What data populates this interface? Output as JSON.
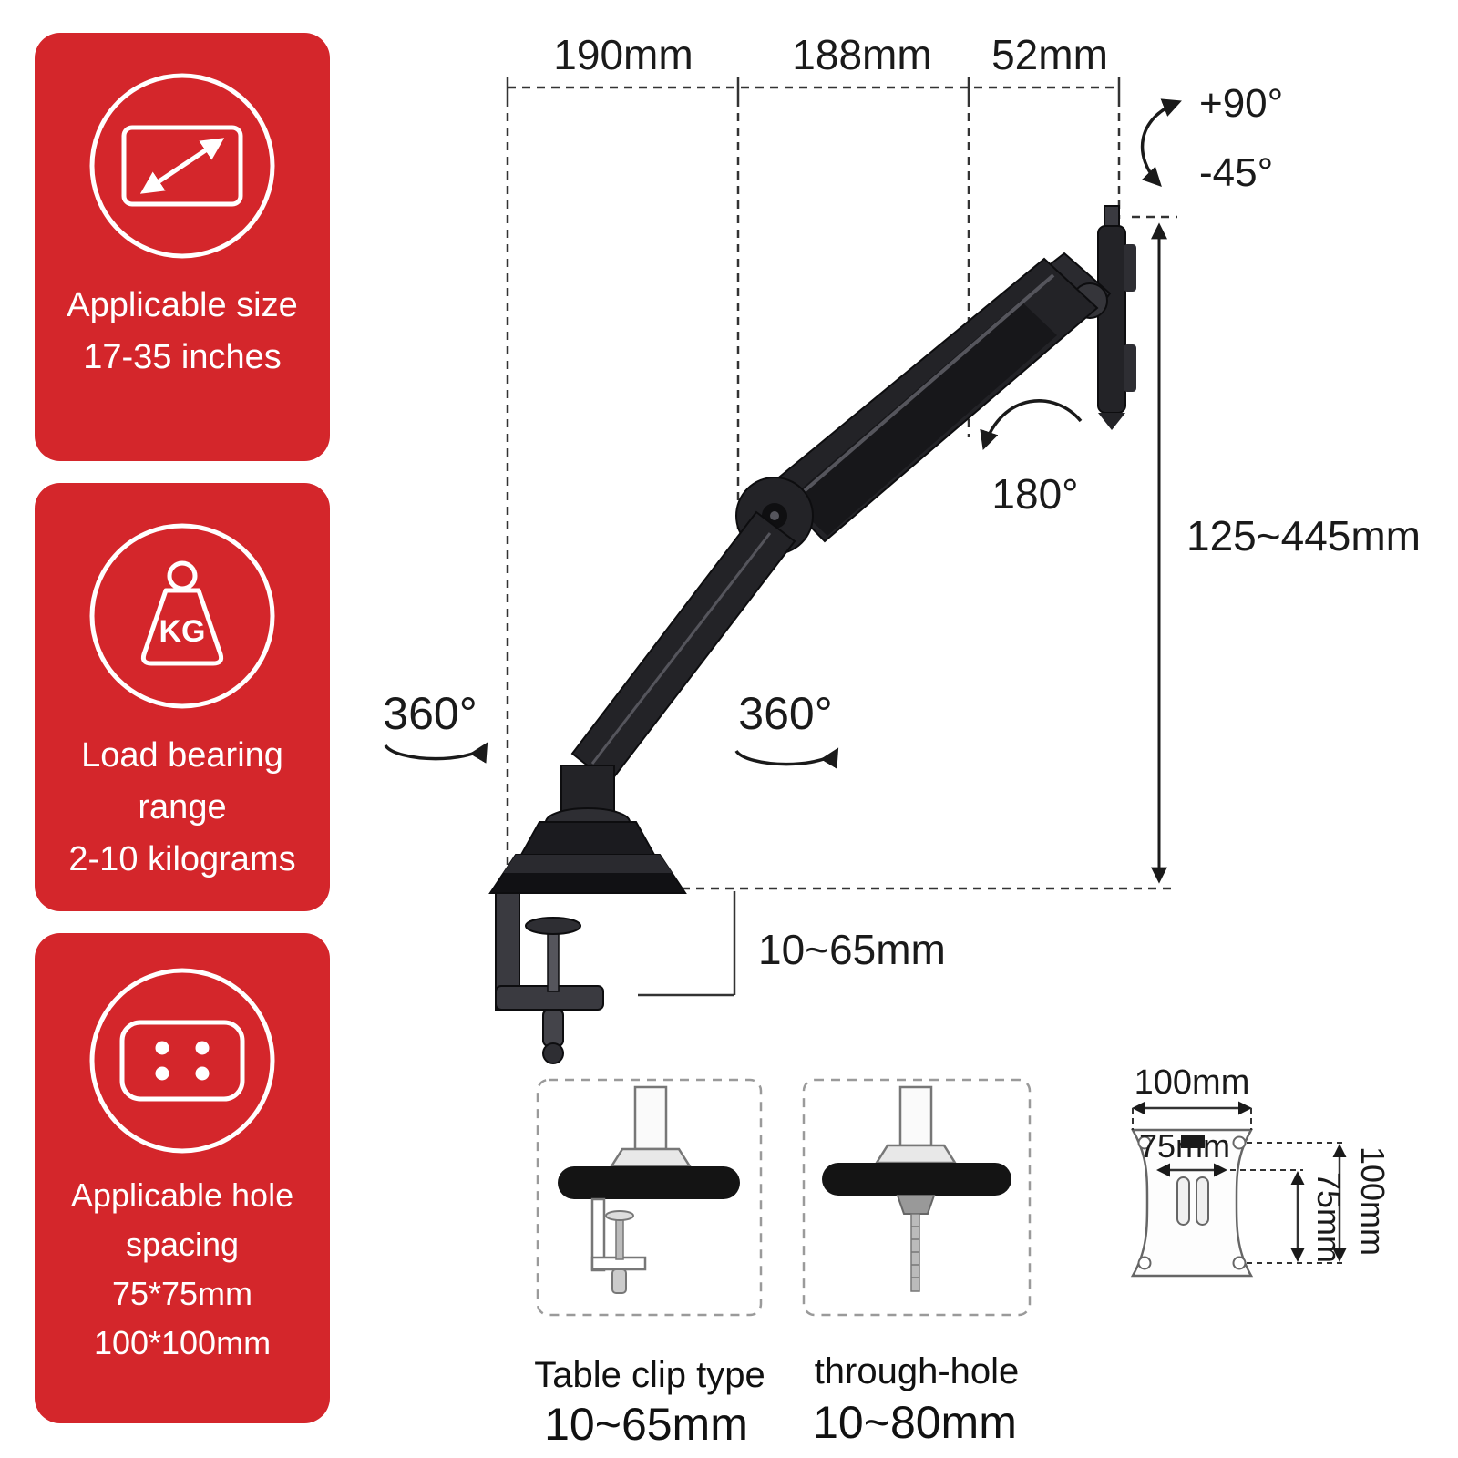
{
  "colors": {
    "red": "#d4262b",
    "ink": "#1a1a1a",
    "arm_black": "#232327"
  },
  "cards": [
    {
      "icon": "screen-size-icon",
      "lines": [
        "Applicable size",
        "17-35 inches"
      ]
    },
    {
      "icon": "weight-kg-icon",
      "kg_label": "KG",
      "lines": [
        "Load bearing range",
        "2-10 kilograms"
      ]
    },
    {
      "icon": "vesa-holes-icon",
      "lines": [
        "Applicable hole",
        "spacing",
        "75*75mm",
        "100*100mm"
      ]
    }
  ],
  "diagram": {
    "top_dims": {
      "d190": "190mm",
      "d188": "188mm",
      "d52": "52mm"
    },
    "tilt": {
      "up": "+90°",
      "down": "-45°"
    },
    "head_swivel": "180°",
    "height_range": "125~445mm",
    "swivel_left": "360°",
    "swivel_right": "360°",
    "desk_thickness": "10~65mm"
  },
  "mounts": {
    "clip": {
      "label": "Table clip type",
      "range": "10~65mm"
    },
    "through": {
      "label": "through-hole",
      "range": "10~80mm"
    }
  },
  "vesa": {
    "w100": "100mm",
    "w75": "75mm",
    "h75": "75mm",
    "h100": "100mm"
  }
}
